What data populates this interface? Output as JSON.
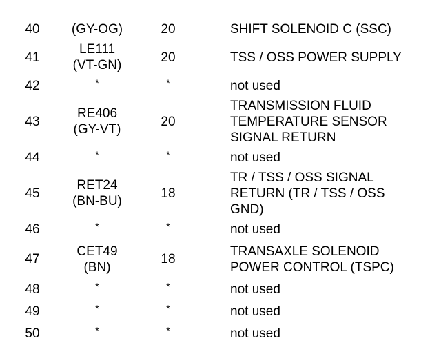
{
  "rows": [
    {
      "pin": "40",
      "wire": [
        "(GY-OG)"
      ],
      "gauge": "20",
      "function": [
        "SHIFT SOLENOID C (SSC)"
      ]
    },
    {
      "pin": "41",
      "wire": [
        "LE111",
        "(VT-GN)"
      ],
      "gauge": "20",
      "function": [
        "TSS / OSS POWER SUPPLY"
      ]
    },
    {
      "pin": "42",
      "wire": [
        "*"
      ],
      "gauge": "*",
      "function": [
        "not used"
      ]
    },
    {
      "pin": "43",
      "wire": [
        "RE406",
        "(GY-VT)"
      ],
      "gauge": "20",
      "function": [
        "TRANSMISSION FLUID",
        "TEMPERATURE SENSOR",
        "SIGNAL RETURN"
      ]
    },
    {
      "pin": "44",
      "wire": [
        "*"
      ],
      "gauge": "*",
      "function": [
        "not used"
      ]
    },
    {
      "pin": "45",
      "wire": [
        "RET24",
        "(BN-BU)"
      ],
      "gauge": "18",
      "function": [
        "TR / TSS / OSS SIGNAL",
        "RETURN (TR / TSS / OSS",
        "GND)"
      ]
    },
    {
      "pin": "46",
      "wire": [
        "*"
      ],
      "gauge": "*",
      "function": [
        "not used"
      ]
    },
    {
      "pin": "47",
      "wire": [
        "CET49",
        "(BN)"
      ],
      "gauge": "18",
      "function": [
        "TRANSAXLE SOLENOID",
        "POWER CONTROL (TSPC)"
      ]
    },
    {
      "pin": "48",
      "wire": [
        "*"
      ],
      "gauge": "*",
      "function": [
        "not used"
      ]
    },
    {
      "pin": "49",
      "wire": [
        "*"
      ],
      "gauge": "*",
      "function": [
        "not used"
      ]
    },
    {
      "pin": "50",
      "wire": [
        "*"
      ],
      "gauge": "*",
      "function": [
        "not used"
      ]
    }
  ]
}
